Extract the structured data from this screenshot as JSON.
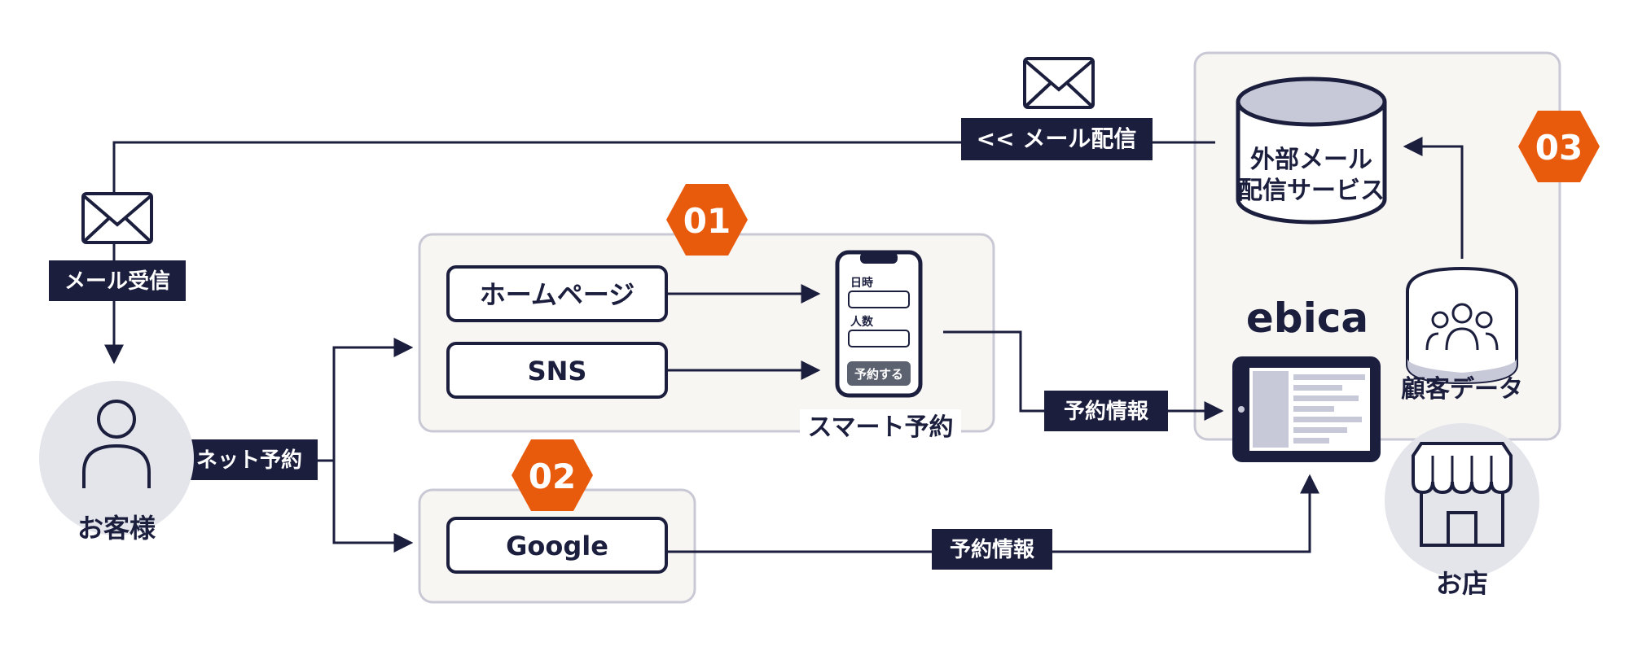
{
  "customer": {
    "label": "お客様"
  },
  "store": {
    "label": "お店"
  },
  "labels": {
    "net_booking": "ネット予約",
    "mail_receive": "メール受信",
    "mail_delivery": "<< メール配信",
    "booking_info_1": "予約情報",
    "booking_info_2": "予約情報"
  },
  "channels": {
    "homepage": "ホームページ",
    "sns": "SNS",
    "google": "Google"
  },
  "badges": {
    "b1": "01",
    "b2": "02",
    "b3": "03"
  },
  "phone": {
    "field1": "日時",
    "field2": "人数",
    "button": "予約する",
    "caption": "スマート予約"
  },
  "ebica": {
    "logo": "ebica"
  },
  "external_mail": {
    "line1": "外部メール",
    "line2": "配信サービス"
  },
  "customer_data": {
    "label": "顧客データ"
  },
  "colors": {
    "navy": "#1b1e3d",
    "orange": "#e85a0c",
    "panel": "#f8f6f3",
    "panel_border": "#c9c9d6",
    "gray": "#e3e5ea"
  }
}
